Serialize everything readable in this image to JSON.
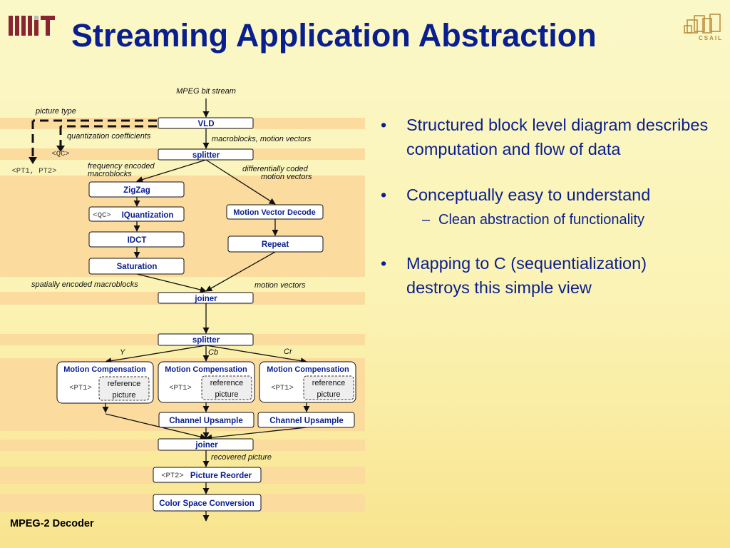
{
  "slide": {
    "title": "Streaming Application Abstraction",
    "footer": "MPEG-2 Decoder",
    "logos": {
      "left": "MIT",
      "right": "CSAIL"
    }
  },
  "bullets": [
    {
      "text": "Structured block level diagram describes computation and flow of data"
    },
    {
      "text": "Conceptually easy to understand",
      "subs": [
        "Clean abstraction of functionality"
      ]
    },
    {
      "text": "Mapping to C (sequentialization) destroys this simple view"
    }
  ],
  "diagram": {
    "blocks": {
      "vld": "VLD",
      "splitter1": "splitter",
      "zigzag": "ZigZag",
      "iquant": "IQuantization",
      "iquant_param": "<QC>",
      "idct": "IDCT",
      "saturation": "Saturation",
      "mvdecode": "Motion Vector Decode",
      "repeat": "Repeat",
      "joiner1": "joiner",
      "splitter2": "splitter",
      "mc_label": "Motion Compensation",
      "mc_param": "<PT1>",
      "ref_line1": "reference",
      "ref_line2": "picture",
      "upsample": "Channel Upsample",
      "joiner2": "joiner",
      "reorder": "Picture Reorder",
      "reorder_param": "<PT2>",
      "csc": "Color Space Conversion"
    },
    "labels": {
      "bitstream": "MPEG bit stream",
      "picture_type": "picture type",
      "quant_coeff": "quantization coefficients",
      "qc_tag": "<QC>",
      "pt_tag": "<PT1, PT2>",
      "mb_mv": "macroblocks, motion vectors",
      "freq_1": "frequency encoded",
      "freq_2": "macroblocks",
      "diff_1": "differentially coded",
      "diff_2": "motion vectors",
      "spatial": "spatially encoded macroblocks",
      "motion_vectors": "motion vectors",
      "y": "Y",
      "cb": "Cb",
      "cr": "Cr",
      "recovered": "recovered picture"
    }
  },
  "colors": {
    "title": "#0a1f8f",
    "band": "#fbdb9e",
    "box_text": "#0a1f8f",
    "mit_red": "#8a2332",
    "csail_gold": "#b68a3c"
  }
}
